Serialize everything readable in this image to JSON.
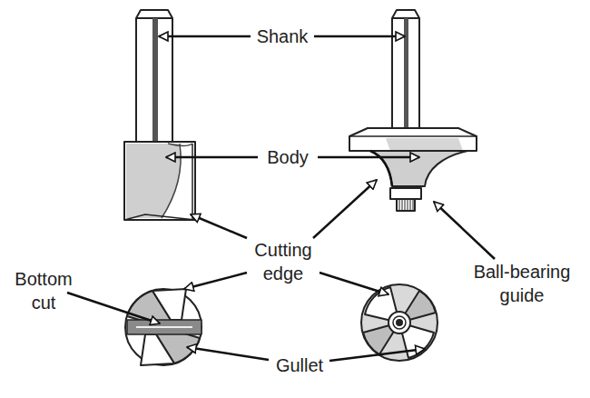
{
  "diagram": {
    "labels": [
      "Shank",
      "Body",
      "Cutting edge",
      "Ball-bearing guide",
      "Bottom cut",
      "Gullet"
    ]
  }
}
